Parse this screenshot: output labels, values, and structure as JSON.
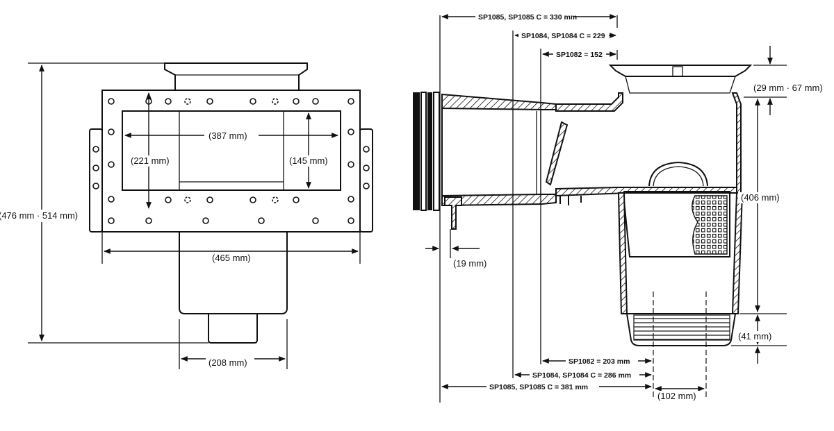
{
  "front_view": {
    "height_label": "(476 mm · 514 mm)",
    "opening_width_label": "(387 mm)",
    "opening_left_height_label": "(221 mm)",
    "opening_right_height_label": "(145 mm)",
    "flange_width_label": "(465 mm)",
    "outlet_width_label": "(208 mm)"
  },
  "side_view": {
    "top_dim_330": "SP1085, SP1085 C = 330 mm",
    "top_dim_229": "SP1084, SP1084 C = 229",
    "top_dim_152": "SP1082 = 152",
    "lid_height_label": "(29 mm · 67 mm)",
    "body_height_label": "(406 mm)",
    "base_height_label": "(41 mm)",
    "flange_thickness_label": "(19 mm)",
    "bottom_dim_203": "SP1082 = 203 mm",
    "bottom_dim_286": "SP1084, SP1084 C = 286 mm",
    "bottom_dim_381": "SP1085, SP1085 C = 381 mm",
    "basket_width_label": "(102 mm)"
  }
}
